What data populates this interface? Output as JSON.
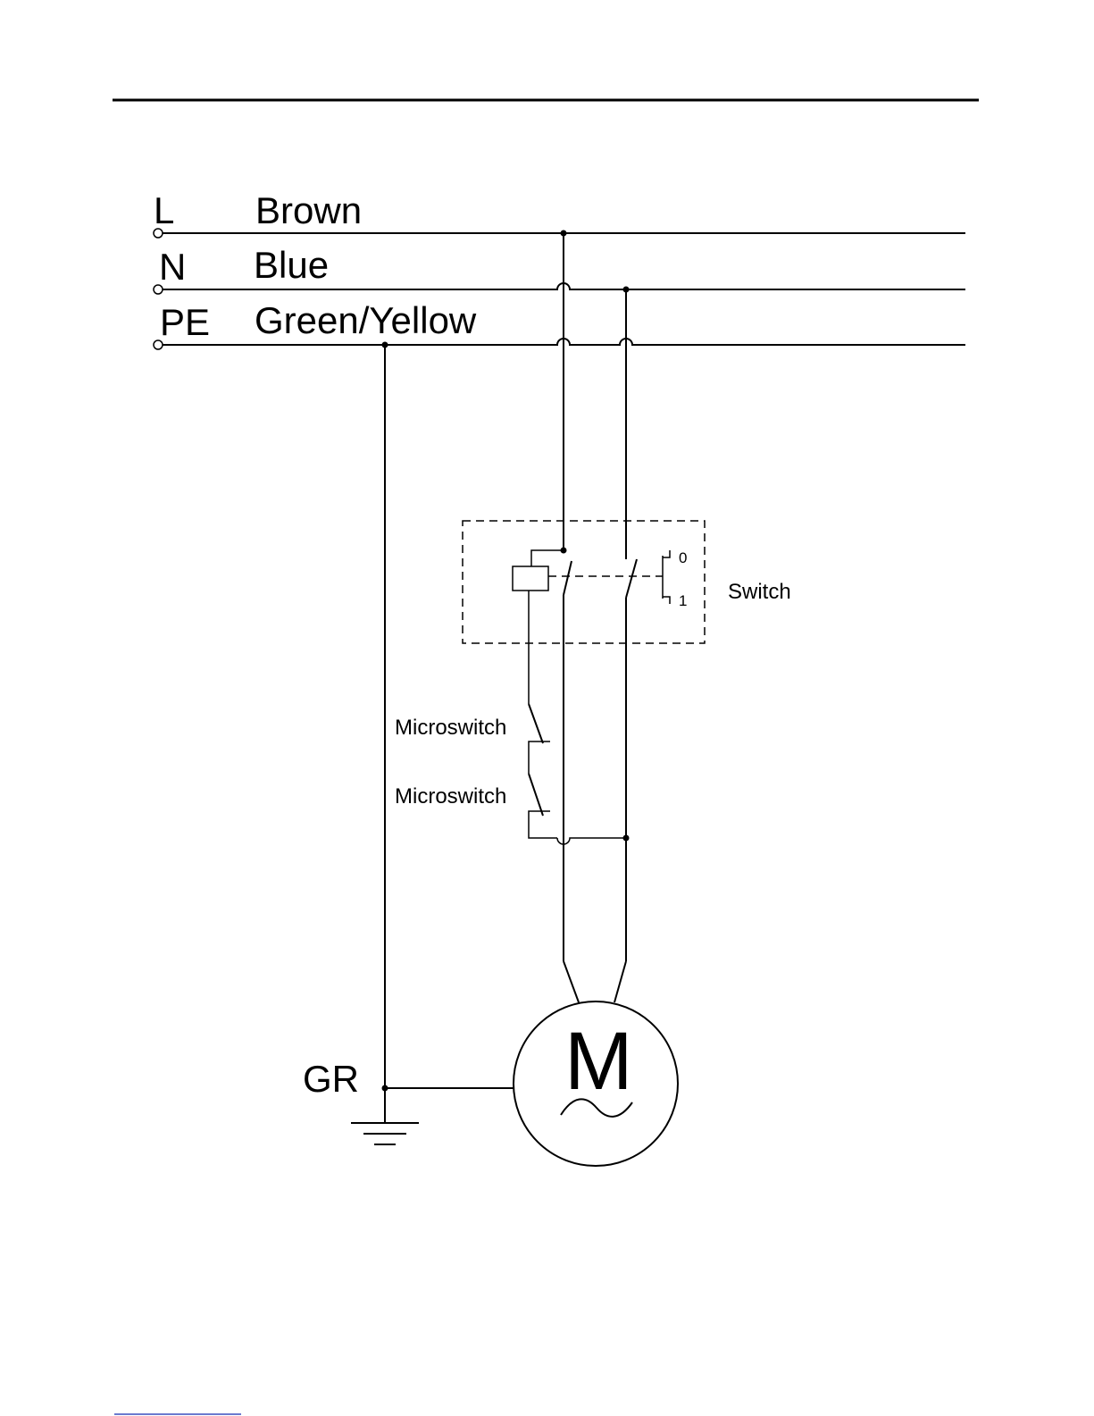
{
  "conductors": {
    "L": {
      "code": "L",
      "color_name": "Brown"
    },
    "N": {
      "code": "N",
      "color_name": "Blue"
    },
    "PE": {
      "code": "PE",
      "color_name": "Green/Yellow"
    }
  },
  "switch": {
    "label": "Switch",
    "position_0": "0",
    "position_1": "1"
  },
  "microswitches": [
    "Microswitch",
    "Microswitch"
  ],
  "ground": {
    "label": "GR"
  },
  "motor": {
    "label": "M"
  }
}
